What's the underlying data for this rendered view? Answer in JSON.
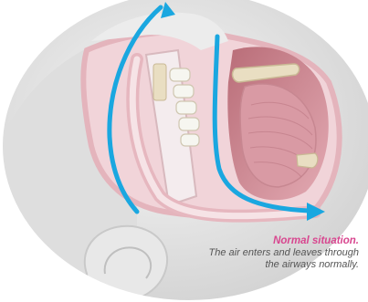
{
  "caption": {
    "title": "Normal situation.",
    "text": "The air enters and leaves through the airways normally."
  },
  "colors": {
    "airflow_arrow": "#1aa7e0",
    "caption_title": "#d8468f",
    "caption_text": "#555555",
    "tissue_pink": "#e7b5bd",
    "soft_tissue": "#f1d4d9",
    "skin_gray": "#e6e6e6",
    "bone": "#e9dec2"
  },
  "icons": {
    "arrow_1": "airflow-arrow-mouth",
    "arrow_2": "airflow-arrow-airway"
  }
}
